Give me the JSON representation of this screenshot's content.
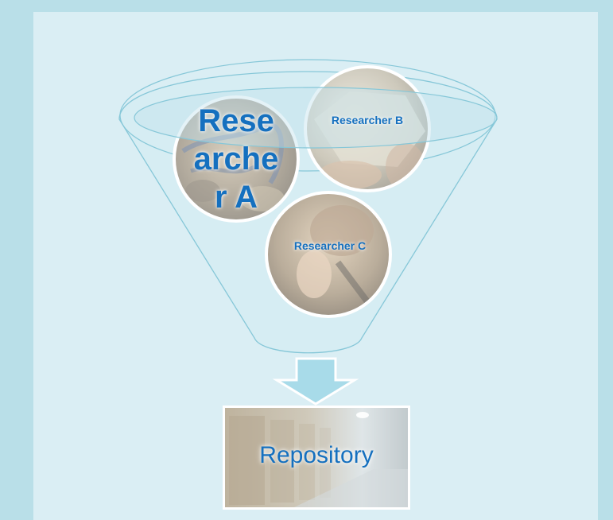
{
  "researchers": {
    "a": {
      "label": "Researcher A"
    },
    "b": {
      "label": "Researcher B"
    },
    "c": {
      "label": "Researcher C"
    }
  },
  "repository": {
    "label": "Repository"
  },
  "colors": {
    "background": "#b9dfe8",
    "panel": "#daeef4",
    "funnel_stroke": "#7fc4d6",
    "label_blue": "#1570bf",
    "arrow_fill": "#a8dbe9"
  }
}
